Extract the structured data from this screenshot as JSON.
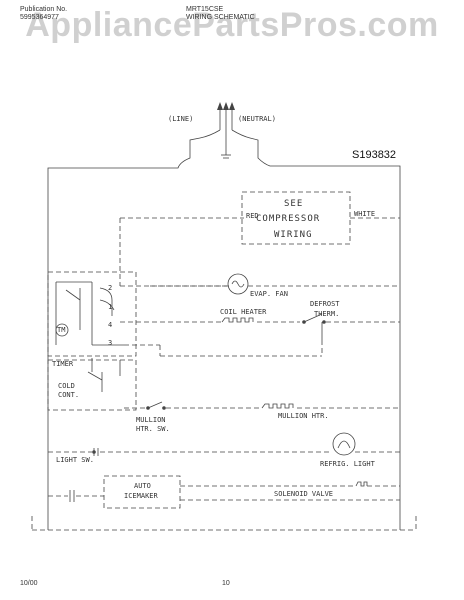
{
  "header": {
    "publication_label": "Publication No.",
    "publication_number": "5995364977",
    "model": "MRT15CSE",
    "title": "WIRING SCHEMATIC"
  },
  "watermark": "AppliancePartsPros.com",
  "diagram": {
    "line_label": "(LINE)",
    "neutral_label": "(NEUTRAL)",
    "part_number": "S193832",
    "compressor_box": {
      "line1": "SEE",
      "line2": "COMPRESSOR",
      "line3": "WIRING"
    },
    "red_label": "RED",
    "white_label": "WHITE",
    "evap_fan": "EVAP. FAN",
    "coil_heater": "COIL HEATER",
    "defrost_therm_1": "DEFROST",
    "defrost_therm_2": "THERM.",
    "tm_label": "TM",
    "timer_label": "TIMER",
    "timer_terminals": [
      "2",
      "1",
      "4",
      "3"
    ],
    "cold_cont_1": "COLD",
    "cold_cont_2": "CONT.",
    "mullion_htr_sw_1": "MULLION",
    "mullion_htr_sw_2": "HTR. SW.",
    "mullion_htr": "MULLION HTR.",
    "refrig_light": "REFRIG. LIGHT",
    "light_sw": "LIGHT SW.",
    "auto_icemaker_1": "AUTO",
    "auto_icemaker_2": "ICEMAKER",
    "solenoid_valve": "SOLENOID VALVE"
  },
  "footer": {
    "date": "10/00",
    "page": "10"
  }
}
